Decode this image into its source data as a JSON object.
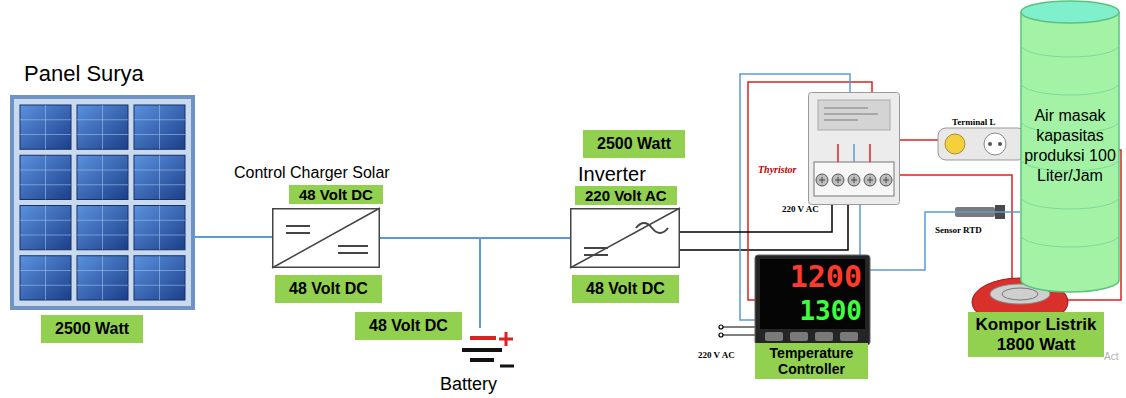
{
  "diagram": {
    "nodes": [
      {
        "text": [
          "Panel Surya"
        ]
      },
      {
        "text": [
          "2500 Watt"
        ]
      },
      {
        "text": [
          "Control Charger Solar"
        ]
      },
      {
        "text": [
          "48 Volt DC"
        ]
      },
      {
        "text": [
          "48 Volt DC"
        ]
      },
      {
        "text": [
          "48 Volt DC"
        ]
      },
      {
        "text": [
          "Battery"
        ]
      },
      {
        "text": [
          "2500 Watt"
        ]
      },
      {
        "text": [
          "Inverter"
        ]
      },
      {
        "text": [
          "220 Volt AC"
        ]
      },
      {
        "text": [
          "48 Volt DC"
        ]
      },
      {
        "text": [
          "Thyristor"
        ]
      },
      {
        "text": [
          "Air masak kapasitas produksi 100 Liter/Jam"
        ]
      },
      {
        "text": [
          "1200",
          "1300"
        ]
      },
      {
        "text": [
          "Temperature Controller"
        ]
      },
      {
        "text": [
          "Kompor Listrik 1800 Watt"
        ]
      }
    ],
    "edges": [
      {
        "from": 0,
        "to": 2,
        "arrow": "none"
      },
      {
        "from": 2,
        "to": 8,
        "arrow": "none"
      },
      {
        "from": 2,
        "to": 6,
        "arrow": "none"
      },
      {
        "from": 8,
        "to": 11,
        "arrow": "none"
      },
      {
        "from": 13,
        "to": 11,
        "arrow": "none"
      },
      {
        "from": 13,
        "to": 12,
        "arrow": "none"
      }
    ],
    "labels": [
      "220 V AC",
      "Terminal L",
      "Sensor RTD",
      "220 V AC",
      "Act"
    ]
  }
}
